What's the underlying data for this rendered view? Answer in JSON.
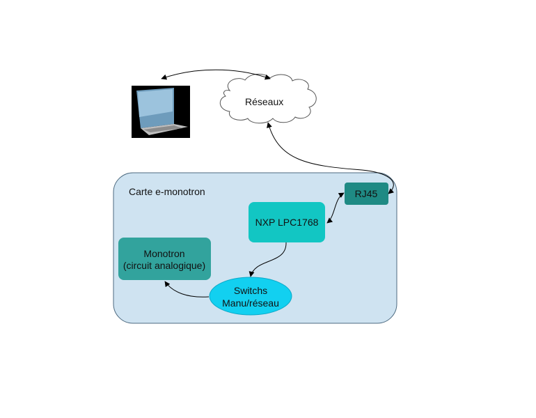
{
  "diagram": {
    "network": {
      "label": "Réseaux"
    },
    "laptop": {
      "icon": "laptop-icon"
    },
    "board": {
      "label": "Carte e-monotron"
    },
    "rj45": {
      "label": "RJ45"
    },
    "mcu": {
      "label": "NXP LPC1768"
    },
    "monotron": {
      "line1": "Monotron",
      "line2": "(circuit analogique)"
    },
    "switchs": {
      "line1": "Switchs",
      "line2": "Manu/réseau"
    },
    "colors": {
      "board_fill": "#cfe3f1",
      "board_stroke": "#4d6a80",
      "rj45_fill": "#1f8a84",
      "mcu_fill": "#12c6c3",
      "monotron_fill": "#32a39d",
      "switchs_fill": "#12d0f0"
    }
  }
}
